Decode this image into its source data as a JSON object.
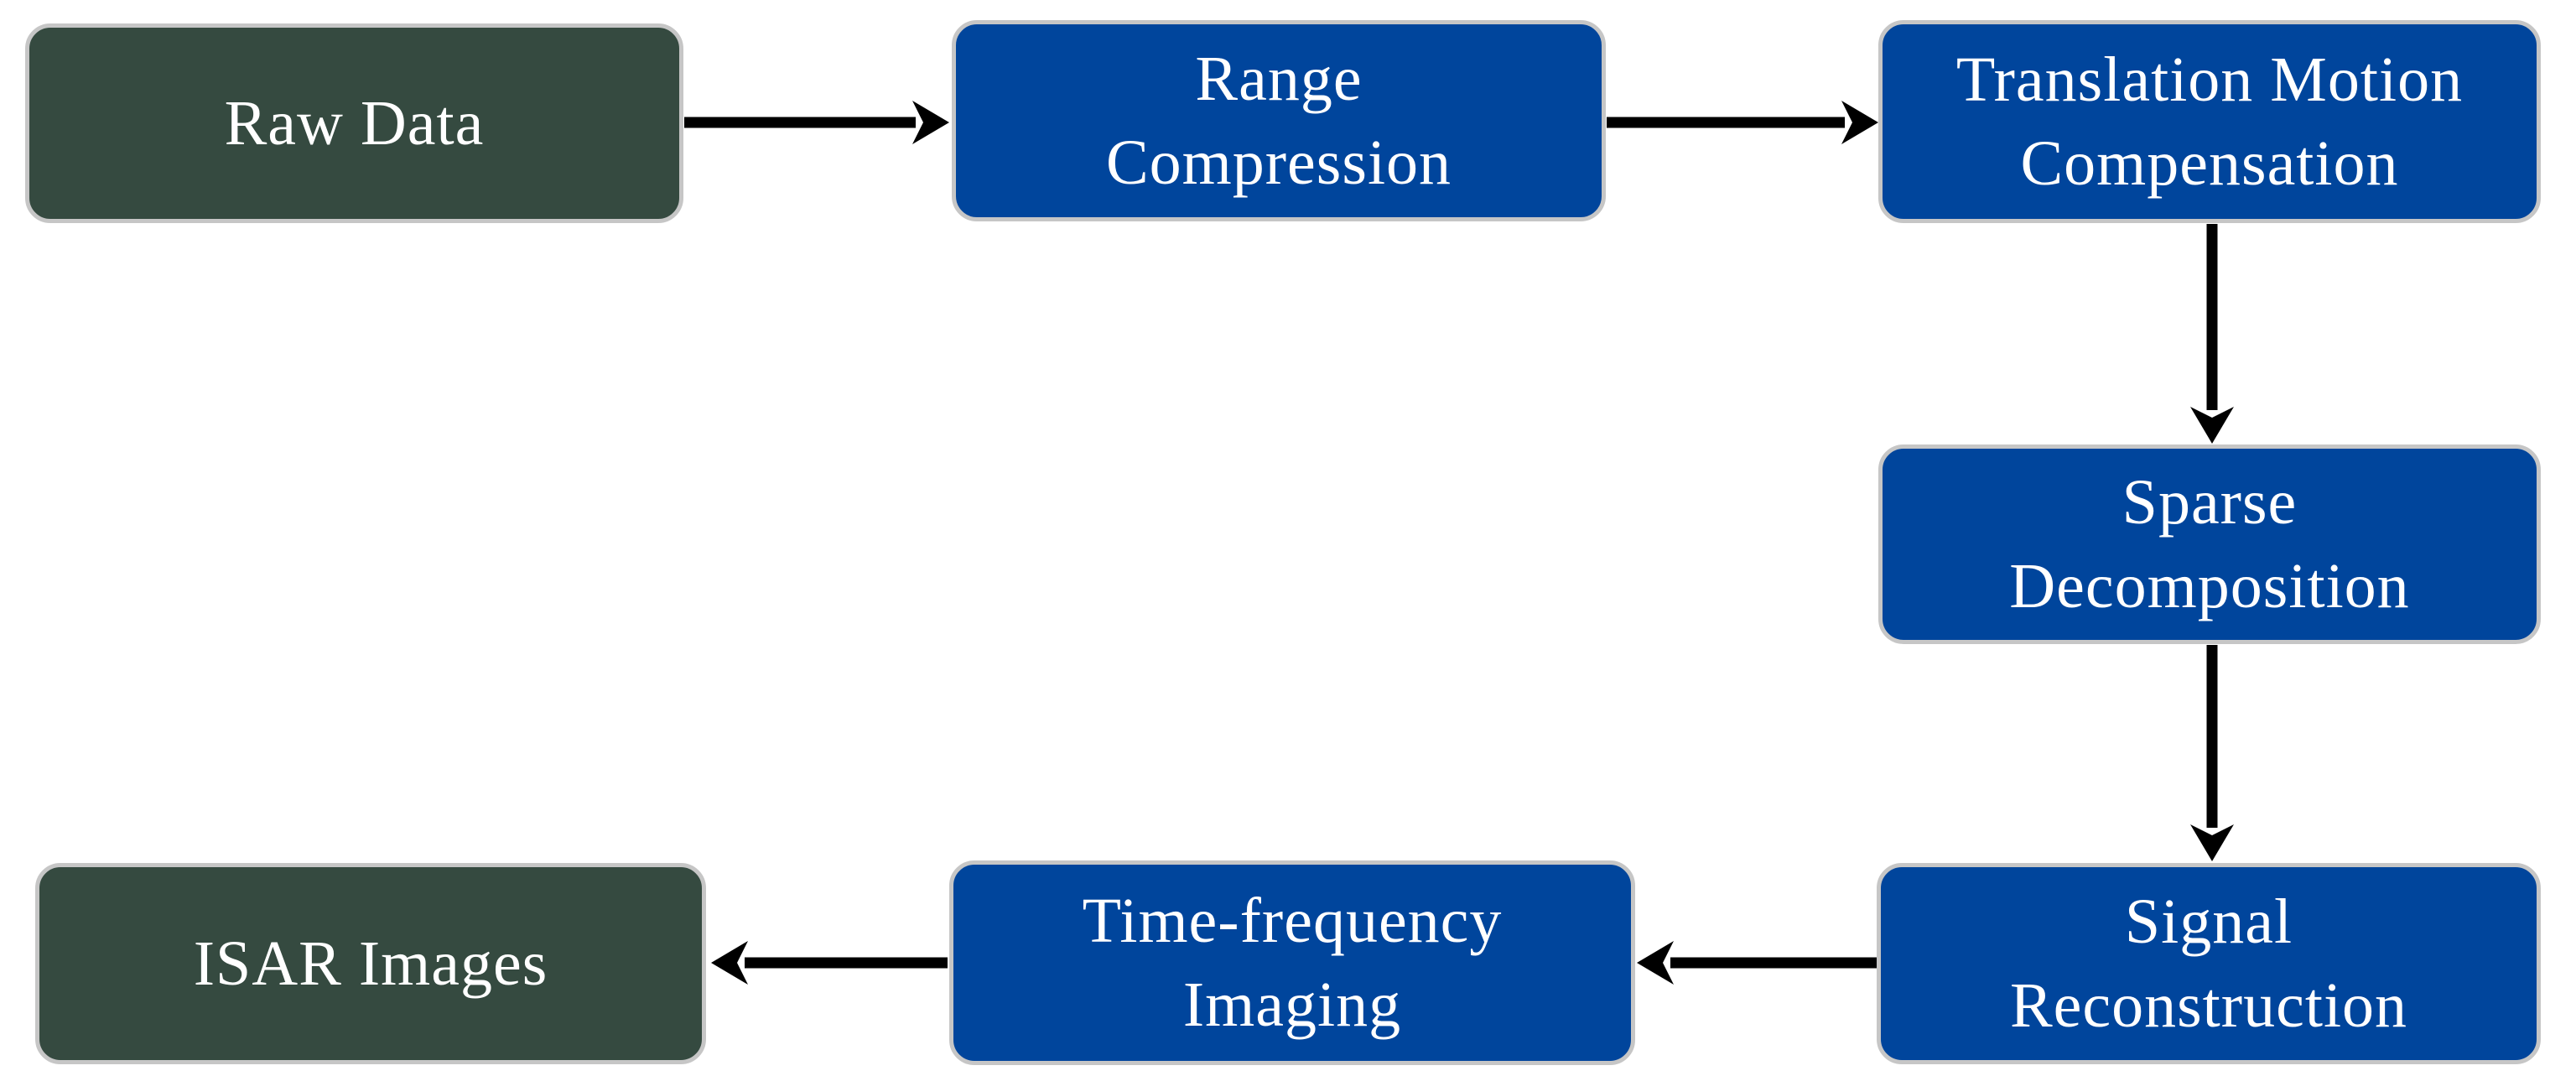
{
  "diagram": {
    "type": "flowchart",
    "background": "#FFFFFF",
    "colors": {
      "terminal_fill": "#354A40",
      "process_fill": "#00459C",
      "node_border": "#C6C6C6",
      "text": "#FFFFFF",
      "arrow": "#000000"
    },
    "nodes": [
      {
        "id": "raw-data",
        "type": "terminal",
        "label": "Raw Data"
      },
      {
        "id": "range-compression",
        "type": "process",
        "label": "Range\nCompression"
      },
      {
        "id": "translation-motion-compensation",
        "type": "process",
        "label": "Translation Motion\nCompensation"
      },
      {
        "id": "sparse-decomposition",
        "type": "process",
        "label": "Sparse\nDecomposition"
      },
      {
        "id": "signal-reconstruction",
        "type": "process",
        "label": "Signal\nReconstruction"
      },
      {
        "id": "time-frequency-imaging",
        "type": "process",
        "label": "Time-frequency\nImaging"
      },
      {
        "id": "isar-images",
        "type": "terminal",
        "label": "ISAR Images"
      }
    ],
    "edges": [
      {
        "from": "raw-data",
        "to": "range-compression",
        "direction": "right"
      },
      {
        "from": "range-compression",
        "to": "translation-motion-compensation",
        "direction": "right"
      },
      {
        "from": "translation-motion-compensation",
        "to": "sparse-decomposition",
        "direction": "down"
      },
      {
        "from": "sparse-decomposition",
        "to": "signal-reconstruction",
        "direction": "down"
      },
      {
        "from": "signal-reconstruction",
        "to": "time-frequency-imaging",
        "direction": "left"
      },
      {
        "from": "time-frequency-imaging",
        "to": "isar-images",
        "direction": "left"
      }
    ]
  }
}
